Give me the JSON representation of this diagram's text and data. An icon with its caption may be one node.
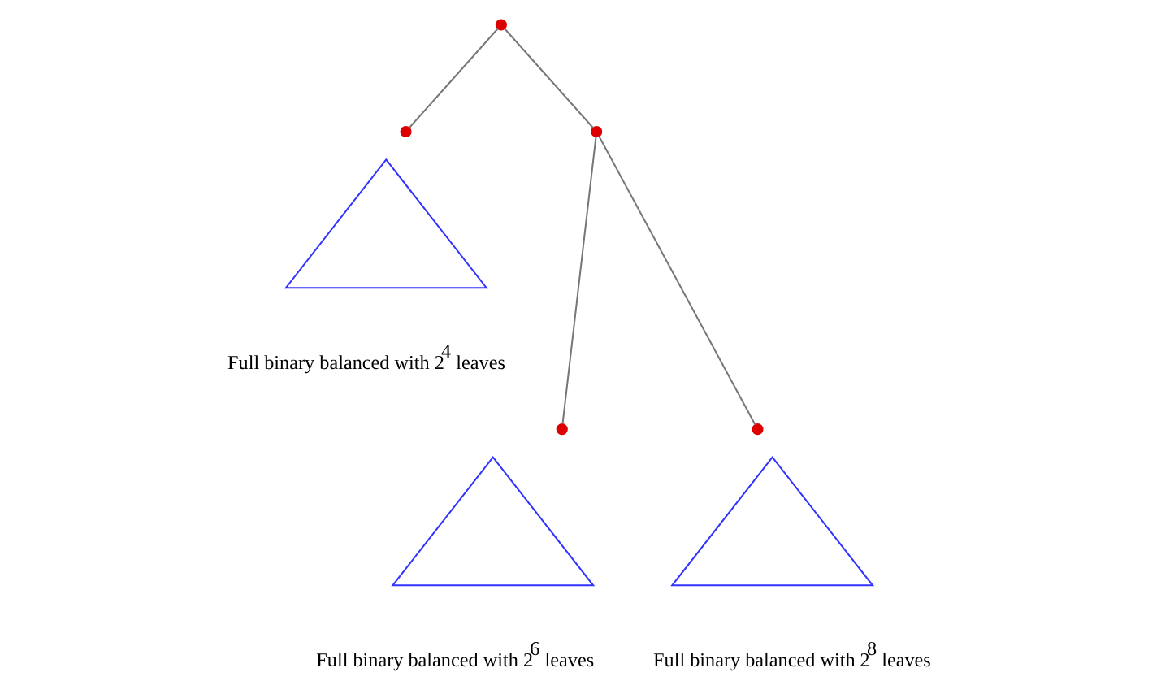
{
  "diagram": {
    "nodes": [
      {
        "text": [],
        "shape": "circle"
      },
      {
        "text": [],
        "shape": "circle"
      },
      {
        "text": [],
        "shape": "circle"
      },
      {
        "text": [],
        "shape": "circle"
      },
      {
        "text": [],
        "shape": "circle"
      },
      {
        "text": [],
        "shape": "triangle",
        "beside": [
          "Full binary balanced with 2$^{4}$ leaves"
        ]
      },
      {
        "text": [],
        "shape": "triangle",
        "beside": [
          "Full binary balanced with 2$^{6}$ leaves"
        ]
      },
      {
        "text": [],
        "shape": "triangle",
        "beside": [
          "Full binary balanced with 2$^{8}$ leaves"
        ]
      }
    ],
    "edges": [
      {
        "from": 0,
        "to": 1,
        "arrow": "none"
      },
      {
        "from": 0,
        "to": 2,
        "arrow": "none"
      },
      {
        "from": 2,
        "to": 3,
        "arrow": "none"
      },
      {
        "from": 2,
        "to": 4,
        "arrow": "none"
      }
    ]
  }
}
